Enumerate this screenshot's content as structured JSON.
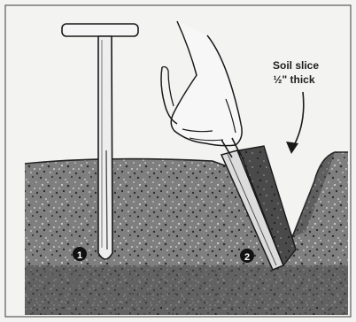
{
  "illustration": {
    "callout": {
      "line1": "Soil slice",
      "line2": "½\" thick"
    },
    "markers": [
      {
        "number": "1"
      },
      {
        "number": "2"
      }
    ]
  }
}
